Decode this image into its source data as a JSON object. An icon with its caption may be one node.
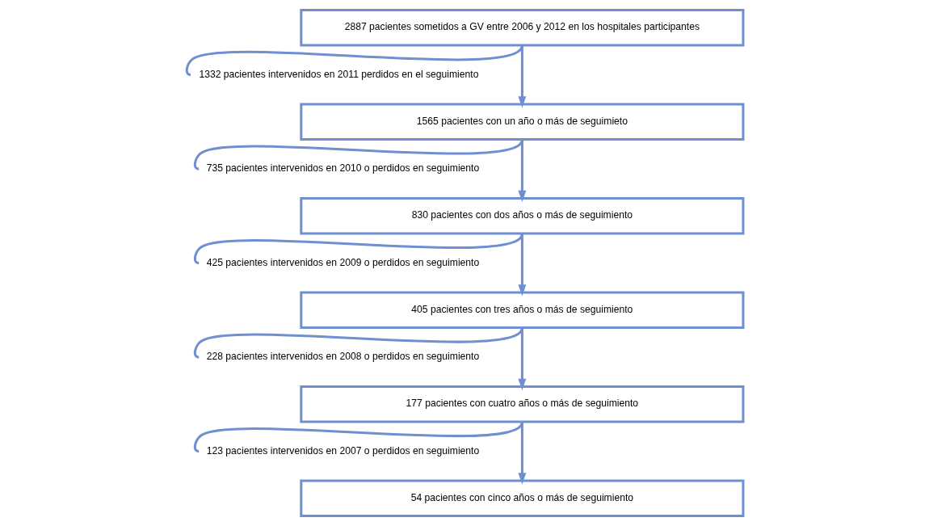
{
  "diagram": {
    "nodes": [
      {
        "text": [
          "2887 pacientes sometidos a GV entre 2006 y 2012 en los hospitales participantes"
        ]
      },
      {
        "text": [
          "1332 pacientes intervenidos en 2011 perdidos en el seguimiento"
        ]
      },
      {
        "text": [
          "1565 pacientes con un año o más de seguimieto"
        ]
      },
      {
        "text": [
          "735 pacientes intervenidos en 2010 o perdidos en seguimiento"
        ]
      },
      {
        "text": [
          "830 pacientes con dos años o más de seguimiento"
        ]
      },
      {
        "text": [
          "425 pacientes intervenidos en 2009 o perdidos en seguimiento"
        ]
      },
      {
        "text": [
          "405 pacientes con tres años o más de seguimiento"
        ]
      },
      {
        "text": [
          "228 pacientes intervenidos en 2008 o perdidos en seguimiento"
        ]
      },
      {
        "text": [
          "177 pacientes con cuatro años o más de seguimiento"
        ]
      },
      {
        "text": [
          "123 pacientes intervenidos en 2007 o perdidos en seguimiento"
        ]
      },
      {
        "text": [
          "54 pacientes con cinco años o más de seguimiento"
        ]
      }
    ],
    "edges": [
      {
        "from": 0,
        "to": 2,
        "arrow": "to"
      },
      {
        "from": 0,
        "to": 1,
        "arrow": "none"
      },
      {
        "from": 2,
        "to": 4,
        "arrow": "to"
      },
      {
        "from": 2,
        "to": 3,
        "arrow": "none"
      },
      {
        "from": 4,
        "to": 6,
        "arrow": "to"
      },
      {
        "from": 4,
        "to": 5,
        "arrow": "none"
      },
      {
        "from": 6,
        "to": 8,
        "arrow": "to"
      },
      {
        "from": 6,
        "to": 7,
        "arrow": "none"
      },
      {
        "from": 8,
        "to": 10,
        "arrow": "to"
      },
      {
        "from": 8,
        "to": 9,
        "arrow": "none"
      }
    ]
  }
}
